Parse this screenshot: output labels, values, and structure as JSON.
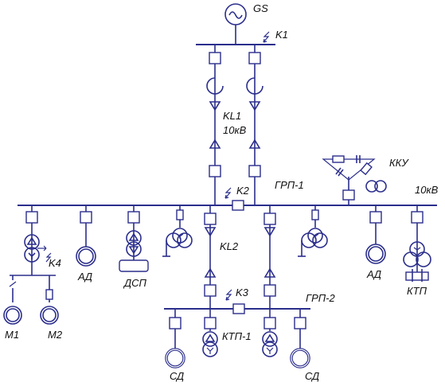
{
  "colors": {
    "wire": "#2b2e8c",
    "text": "#111111",
    "background": "#ffffff"
  },
  "labels": {
    "generator": "GS",
    "k1": "K1",
    "k2": "K2",
    "k3": "K3",
    "k4": "K4",
    "kl1": "KL1",
    "kl1_voltage": "10кВ",
    "kl2": "KL2",
    "grp1": "ГРП-1",
    "grp2": "ГРП-2",
    "bus_voltage": "10кВ",
    "kku": "ККУ",
    "ad_left": "АД",
    "dsp": "ДСП",
    "ad_right": "АД",
    "ktp": "КТП",
    "ktp1": "КТП-1",
    "sd_left": "СД",
    "sd_right": "СД",
    "m1": "M1",
    "m2": "M2"
  }
}
